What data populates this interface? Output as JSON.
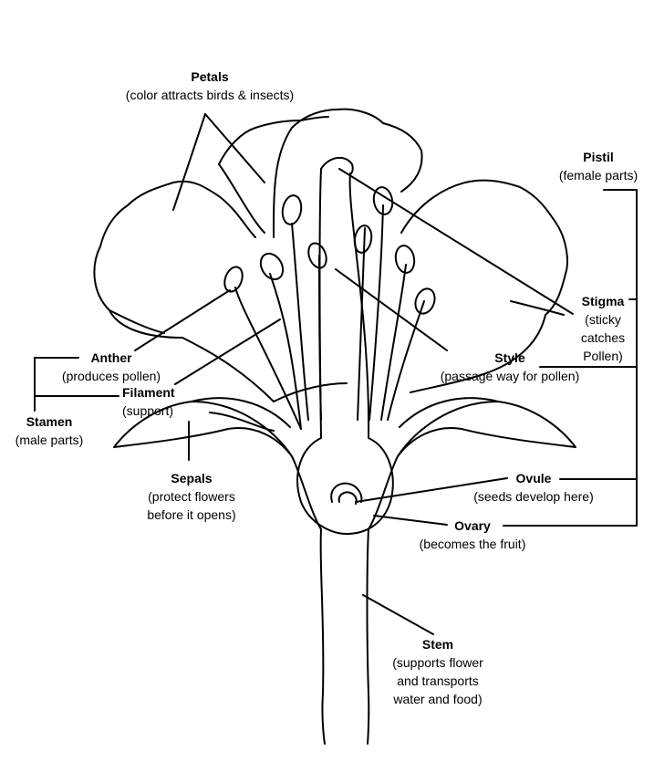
{
  "labels": {
    "petals": {
      "title": "Petals",
      "desc": "(color attracts birds & insects)"
    },
    "pistil": {
      "title": "Pistil",
      "desc": "(female parts)"
    },
    "stigma": {
      "title": "Stigma",
      "desc1": "(sticky",
      "desc2": "catches",
      "desc3": "Pollen)"
    },
    "anther": {
      "title": "Anther",
      "desc": "(produces pollen)"
    },
    "style": {
      "title": "Style",
      "desc": "(passage way for pollen)"
    },
    "filament": {
      "title": "Filament",
      "desc": "(support)"
    },
    "stamen": {
      "title": "Stamen",
      "desc": "(male parts)"
    },
    "sepals": {
      "title": "Sepals",
      "desc1": "(protect flowers",
      "desc2": "before it opens)"
    },
    "ovule": {
      "title": "Ovule",
      "desc": "(seeds develop here)"
    },
    "ovary": {
      "title": "Ovary",
      "desc": "(becomes the fruit)"
    },
    "stem": {
      "title": "Stem",
      "desc1": "(supports flower",
      "desc2": "and transports",
      "desc3": "water and food)"
    }
  }
}
